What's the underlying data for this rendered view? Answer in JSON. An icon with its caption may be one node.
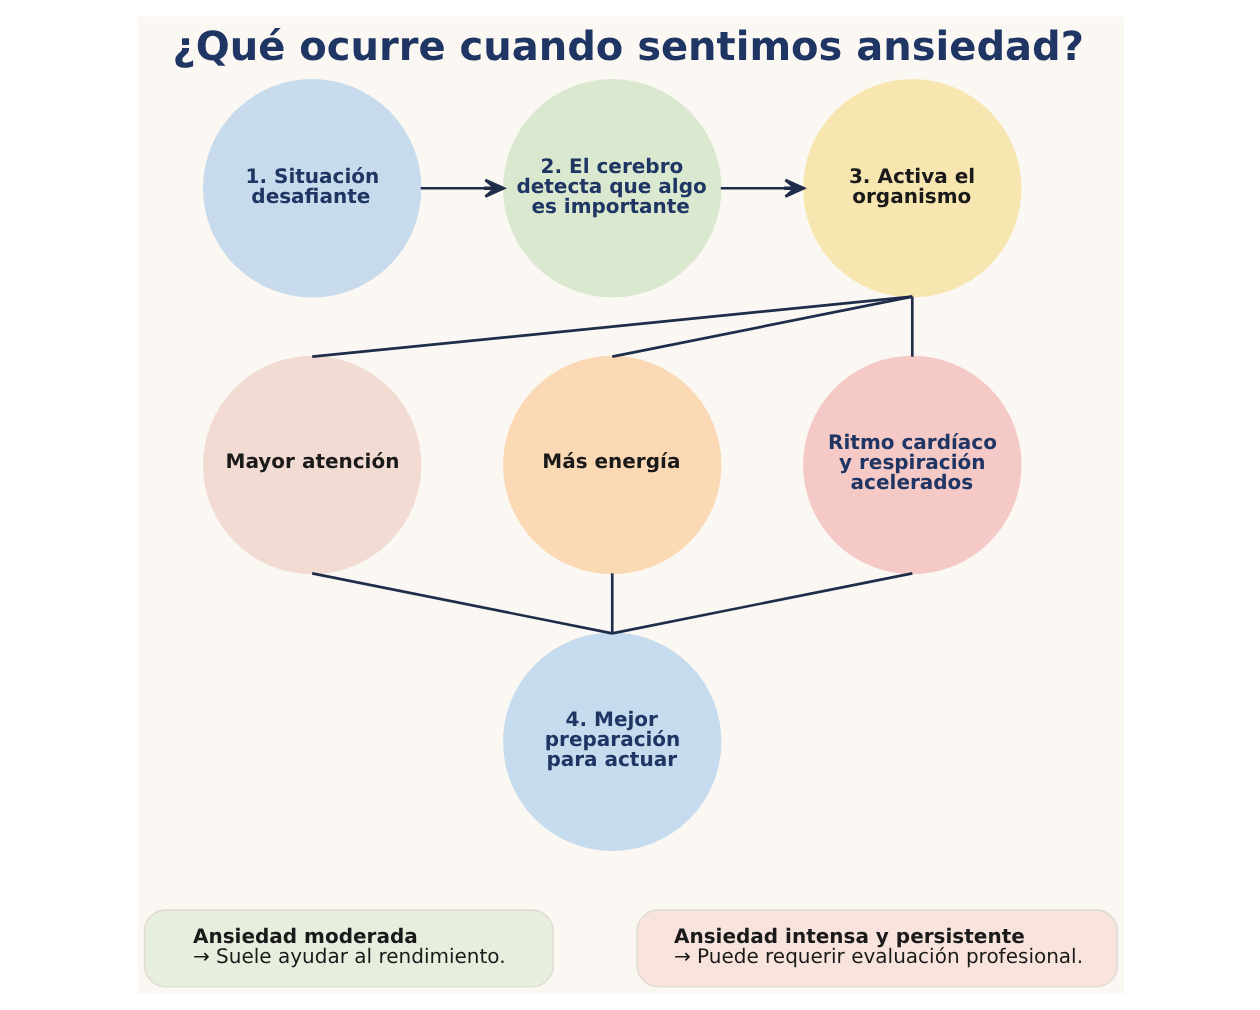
{
  "diagram": {
    "title": "¿Qué ocurre cuando sentimos ansiedad?",
    "nodes": [
      {
        "text": [
          "1. Situación desafiante"
        ]
      },
      {
        "text": [
          "2. El cerebro detecta que algo es importante"
        ]
      },
      {
        "text": [
          "3. Activa el organismo"
        ]
      },
      {
        "text": [
          "Mayor atención"
        ]
      },
      {
        "text": [
          "Más energía"
        ]
      },
      {
        "text": [
          "Ritmo cardíaco y respiración acelerados"
        ]
      },
      {
        "text": [
          "4. Mejor preparación para actuar"
        ]
      },
      {
        "text": [
          "Ansiedad moderada",
          "→ Suele ayudar al rendimiento."
        ]
      },
      {
        "text": [
          "Ansiedad intensa y persistente",
          "→ Puede requerir evaluación profesional."
        ]
      }
    ],
    "edges": [
      {
        "from": 0,
        "to": 1,
        "arrow": "to"
      },
      {
        "from": 1,
        "to": 2,
        "arrow": "to"
      },
      {
        "from": 2,
        "to": 3,
        "arrow": "none"
      },
      {
        "from": 2,
        "to": 4,
        "arrow": "none"
      },
      {
        "from": 2,
        "to": 5,
        "arrow": "none"
      },
      {
        "from": 3,
        "to": 6,
        "arrow": "none"
      },
      {
        "from": 4,
        "to": 6,
        "arrow": "none"
      },
      {
        "from": 5,
        "to": 6,
        "arrow": "none"
      }
    ]
  }
}
